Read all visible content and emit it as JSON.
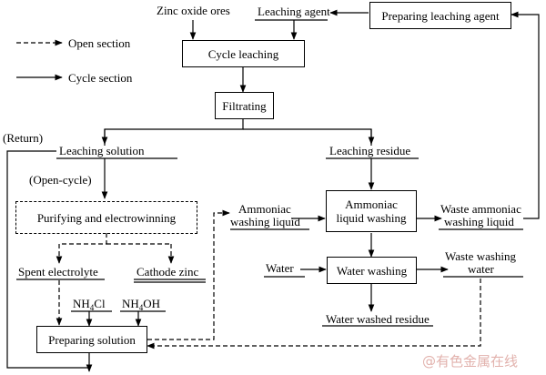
{
  "legend": {
    "open_section": "Open section",
    "cycle_section": "Cycle section"
  },
  "nodes": {
    "zinc_oxide_ores": "Zinc oxide ores",
    "leaching_agent": "Leaching agent",
    "preparing_leaching_agent": "Preparing leaching agent",
    "cycle_leaching": "Cycle leaching",
    "filtrating": "Filtrating",
    "return": "(Return)",
    "leaching_solution": "Leaching solution",
    "leaching_residue": "Leaching residue",
    "open_cycle": "(Open-cycle)",
    "purifying": "Purifying and electrowinning",
    "spent_electrolyte": "Spent electrolyte",
    "cathode_zinc": "Cathode zinc",
    "nh4cl": {
      "base": "NH",
      "sub": "4",
      "rest": "Cl"
    },
    "nh4oh": {
      "base": "NH",
      "sub": "4",
      "rest": "OH"
    },
    "preparing_solution": "Preparing solution",
    "ammoniac_washing_liquid_1": "Ammoniac",
    "ammoniac_washing_liquid_2": "washing liquid",
    "ammoniac_liquid_washing_1": "Ammoniac",
    "ammoniac_liquid_washing_2": "liquid washing",
    "waste_ammoniac_1": "Waste ammoniac",
    "waste_ammoniac_2": "washing liquid",
    "water": "Water",
    "water_washing": "Water washing",
    "waste_washing_water_1": "Waste washing",
    "waste_washing_water_2": "water",
    "water_washed_residue": "Water washed residue"
  },
  "watermark": "@有色金属在线"
}
